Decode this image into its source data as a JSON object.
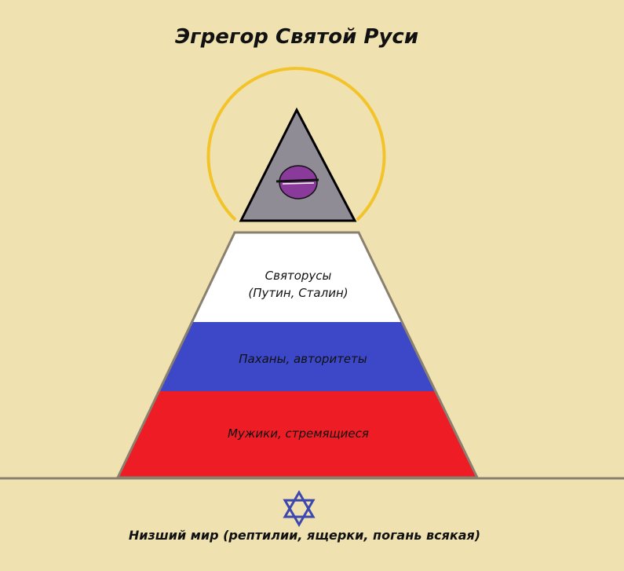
{
  "title": "Эгрегор Святой Руси",
  "tiers": [
    {
      "line1": "Святорусы",
      "line2": "(Путин, Сталин)",
      "color": "#ffffff"
    },
    {
      "line1": "Паханы, авторитеты",
      "color": "#3c48c8"
    },
    {
      "line1": "Мужики, стремящиеся",
      "color": "#ee1c24"
    }
  ],
  "lower_world": "Низший мир (рептилии, ящерки, погань всякая)",
  "icons": {
    "apex": "purple-head-in-triangle",
    "halo": "golden-halo",
    "star": "star-of-david"
  },
  "colors": {
    "background": "#efe2b0",
    "halo": "#f2c42a",
    "apex": "#8f8c96",
    "star": "#3c48b0",
    "ground": "#8a8070"
  }
}
